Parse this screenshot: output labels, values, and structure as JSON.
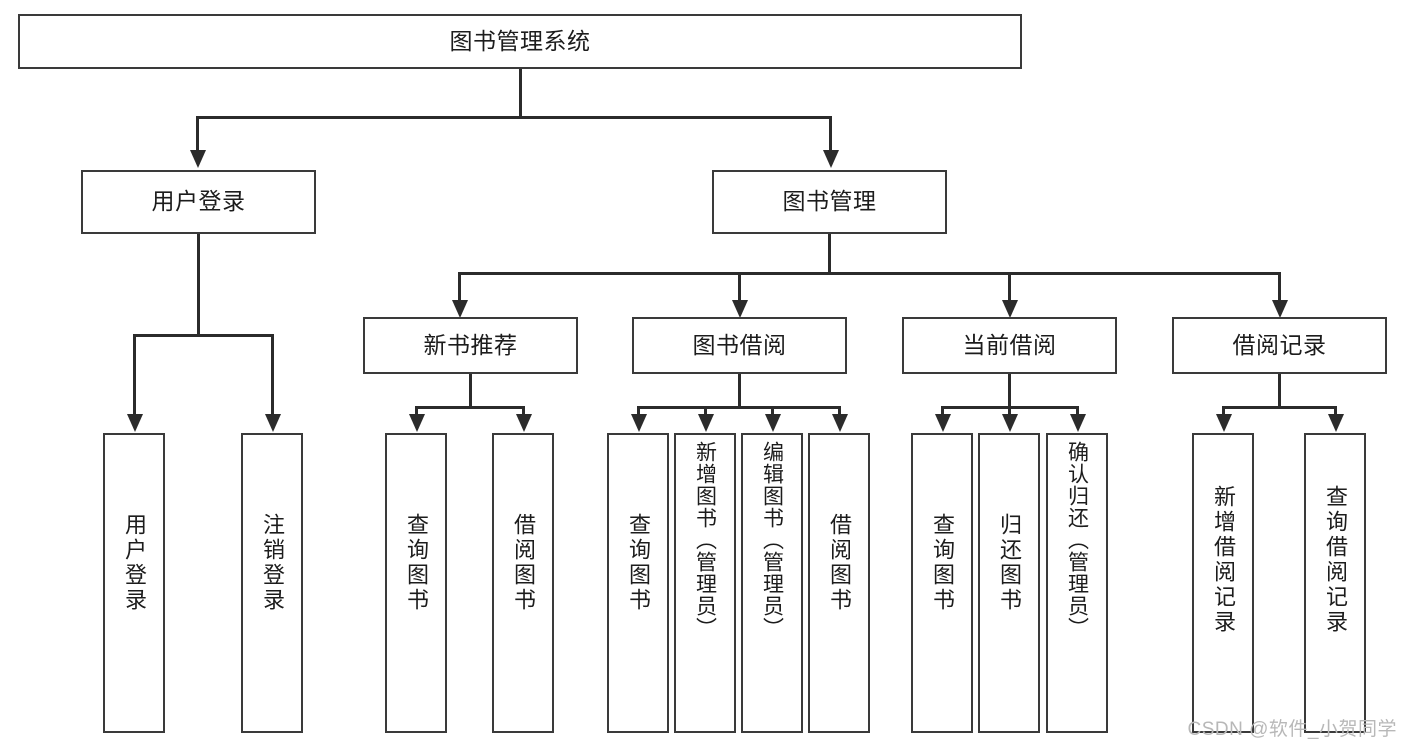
{
  "diagram": {
    "title": "图书管理系统",
    "type": "hierarchy-tree",
    "root": {
      "label": "图书管理系统"
    },
    "level2": [
      {
        "label": "用户登录"
      },
      {
        "label": "图书管理"
      }
    ],
    "level3": [
      {
        "label": "新书推荐"
      },
      {
        "label": "图书借阅"
      },
      {
        "label": "当前借阅"
      },
      {
        "label": "借阅记录"
      }
    ],
    "leaves": {
      "user_login": [
        {
          "label": "用户登录"
        },
        {
          "label": "注销登录"
        }
      ],
      "new_book_recommend": [
        {
          "label": "查询图书"
        },
        {
          "label": "借阅图书"
        }
      ],
      "book_borrow": [
        {
          "label": "查询图书"
        },
        {
          "label": "新增图书（管理员）"
        },
        {
          "label": "编辑图书（管理员）"
        },
        {
          "label": "借阅图书"
        }
      ],
      "current_borrow": [
        {
          "label": "查询图书"
        },
        {
          "label": "归还图书"
        },
        {
          "label": "确认归还（管理员）"
        }
      ],
      "borrow_record": [
        {
          "label": "新增借阅记录"
        },
        {
          "label": "查询借阅记录"
        }
      ]
    }
  },
  "watermark": {
    "text": "CSDN @软件_小贺同学"
  },
  "colors": {
    "box_border": "#3a3a3a",
    "line": "#2b2b2b",
    "text": "#1c1c1c",
    "background": "#ffffff",
    "watermark": "#b8b8b8"
  }
}
